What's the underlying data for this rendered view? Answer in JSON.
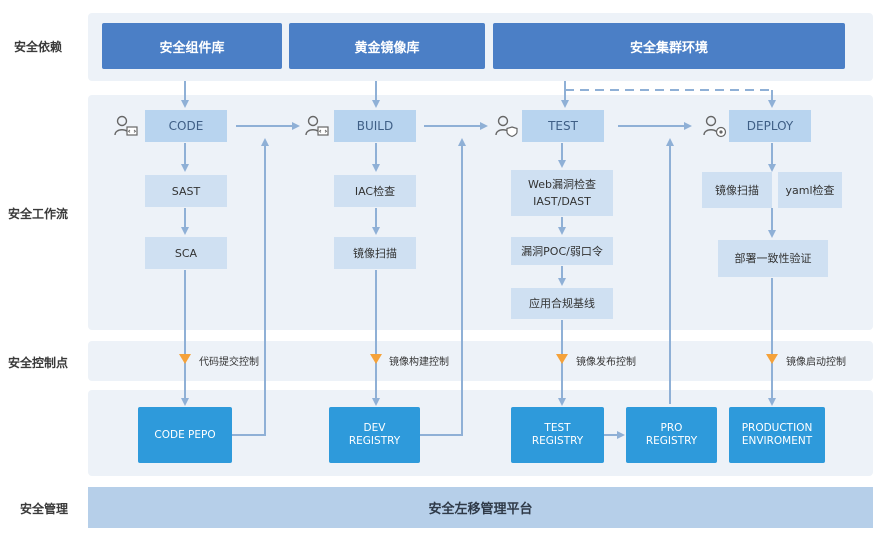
{
  "rows": {
    "dependency": "安全依赖",
    "workflow": "安全工作流",
    "control": "安全控制点",
    "management": "安全管理"
  },
  "dependencies": [
    "安全组件库",
    "黄金镜像库",
    "安全集群环境"
  ],
  "stages": [
    "CODE",
    "BUILD",
    "TEST",
    "DEPLOY"
  ],
  "steps": {
    "code": [
      "SAST",
      "SCA"
    ],
    "build": [
      "IAC检查",
      "镜像扫描"
    ],
    "test": [
      "Web漏洞检查",
      "IAST/DAST",
      "漏洞POC/弱口令",
      "应用合规基线"
    ],
    "deploy": [
      "镜像扫描",
      "yaml检查",
      "部署一致性验证"
    ]
  },
  "controls": [
    "代码提交控制",
    "镜像构建控制",
    "镜像发布控制",
    "镜像启动控制"
  ],
  "registries": {
    "code": [
      "CODE PEPO"
    ],
    "dev": [
      "DEV",
      "REGISTRY"
    ],
    "test": [
      "TEST",
      "REGISTRY"
    ],
    "pro": [
      "PRO",
      "REGISTRY"
    ],
    "production": [
      "PRODUCTION",
      "ENVIROMENT"
    ]
  },
  "platform": "安全左移管理平台",
  "icons": [
    "user-code-icon",
    "user-build-icon",
    "user-shield-icon",
    "user-gear-icon"
  ],
  "colors": {
    "dependency_box": "#4b7fc6",
    "stage_box": "#b8d4ef",
    "step_box": "#cfe0f2",
    "registry_box": "#2e9adb",
    "control_marker": "#f5a23a",
    "arrow": "#8fb0d6",
    "band": "#edf2f8"
  }
}
